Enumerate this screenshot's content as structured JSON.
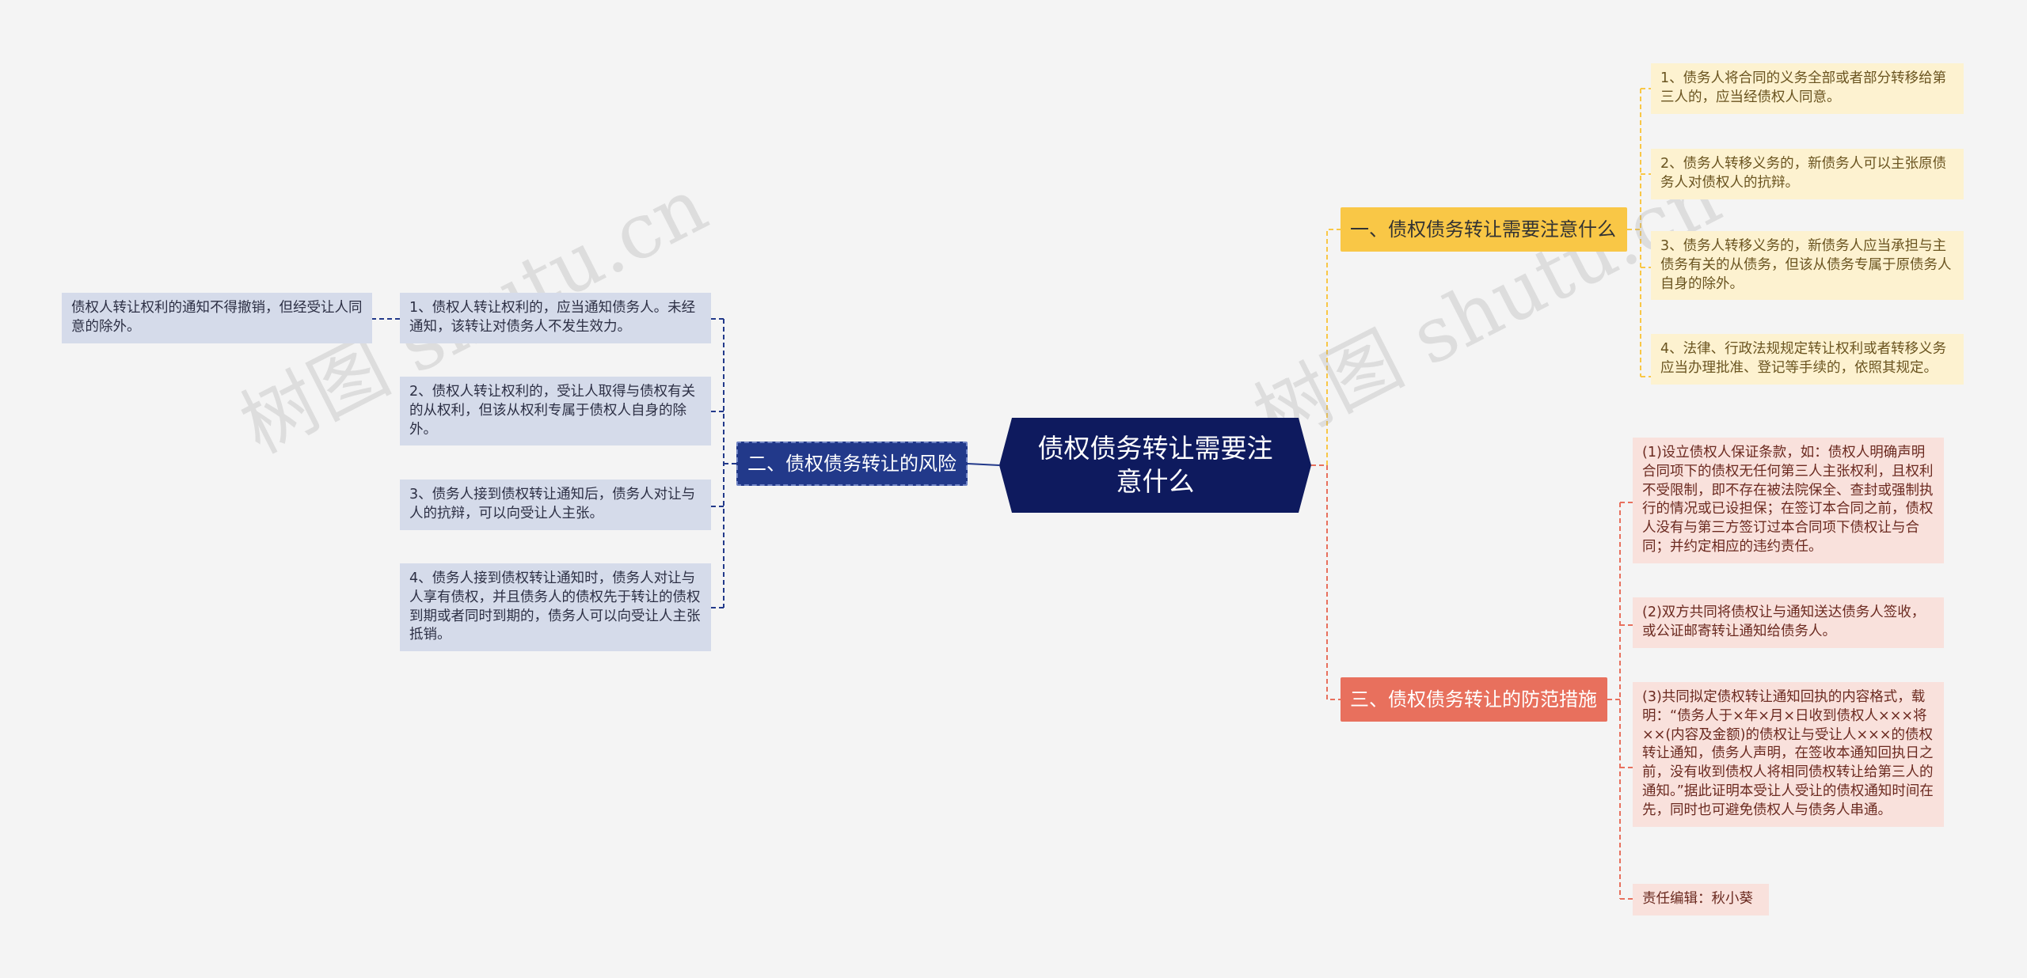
{
  "center": {
    "title": "债权债务转让需要注意什么"
  },
  "branches": {
    "b1": {
      "label": "一、债权债务转让需要注意什么"
    },
    "b2": {
      "label": "二、债权债务转让的风险"
    },
    "b3": {
      "label": "三、债权债务转让的防范措施"
    }
  },
  "b1_items": [
    "1、债务人将合同的义务全部或者部分转移给第三人的，应当经债权人同意。",
    "2、债务人转移义务的，新债务人可以主张原债务人对债权人的抗辩。",
    "3、债务人转移义务的，新债务人应当承担与主债务有关的从债务，但该从债务专属于原债务人自身的除外。",
    "4、法律、行政法规规定转让权利或者转移义务应当办理批准、登记等手续的，依照其规定。"
  ],
  "b2_items": [
    "1、债权人转让权利的，应当通知债务人。未经通知，该转让对债务人不发生效力。",
    "2、债权人转让权利的，受让人取得与债权有关的从权利，但该从权利专属于债权人自身的除外。",
    "3、债务人接到债权转让通知后，债务人对让与人的抗辩，可以向受让人主张。",
    "4、债务人接到债权转让通知时，债务人对让与人享有债权，并且债务人的债权先于转让的债权到期或者同时到期的，债务人可以向受让人主张抵销。"
  ],
  "b2_sub": "债权人转让权利的通知不得撤销，但经受让人同意的除外。",
  "b3_items": [
    "(1)设立债权人保证条款，如：债权人明确声明合同项下的债权无任何第三人主张权利，且权利不受限制，即不存在被法院保全、查封或强制执行的情况或已设担保；在签订本合同之前，债权人没有与第三方签订过本合同项下债权让与合同；并约定相应的违约责任。",
    "(2)双方共同将债权让与通知送达债务人签收，或公证邮寄转让通知给债务人。",
    "(3)共同拟定债权转让通知回执的内容格式，载明：“债务人于×年×月×日收到债权人×××将××(内容及金额)的债权让与受让人×××的债权转让通知，债务人声明，在签收本通知回执日之前，没有收到债权人将相同债权转让给第三人的通知。”据此证明本受让人受让的债权通知时间在先，同时也可避免债权人与债务人串通。",
    "责任编辑：秋小葵"
  ],
  "watermark": "树图 shutu.cn",
  "colors": {
    "center": "#0e1a5e",
    "b1": "#f9c746",
    "b2": "#22398a",
    "b3": "#e8705d"
  }
}
